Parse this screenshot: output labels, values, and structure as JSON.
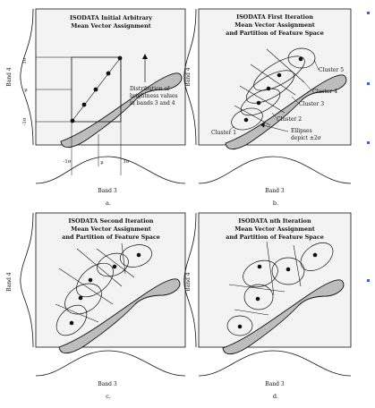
{
  "panels": {
    "a": {
      "title1": "ISODATA Initial Arbitrary",
      "title2": "Mean Vector Assignment",
      "dist1": "Distribution of",
      "dist2": "brightness values",
      "dist3": "in bands 3 and 4",
      "sig_pos": "1σ",
      "mu": "μ",
      "sig_neg": "-1σ",
      "x_neg": "-1σ",
      "x_mu": "μ",
      "x_pos": "1σ",
      "ylabel": "Band 4",
      "xlabel": "Band 3",
      "caption": "a."
    },
    "b": {
      "title1": "ISODATA First Iteration",
      "title2": "Mean Vector Assignment",
      "title3": "and Partition of Feature Space",
      "cluster5": "Cluster 5",
      "cluster4": "Cluster 4",
      "cluster3": "Cluster 3",
      "cluster2": "Cluster 2",
      "cluster1": "Cluster 1",
      "ell1": "Ellipses",
      "ell2": "depict ±2σ",
      "ylabel": "Band 4",
      "xlabel": "Band 3",
      "caption": "b."
    },
    "c": {
      "title1": "ISODATA Second Iteration",
      "title2": "Mean Vector Assignment",
      "title3": "and Partition of Feature Space",
      "ylabel": "Band 4",
      "xlabel": "Band 3",
      "caption": "c."
    },
    "d": {
      "title1": "ISODATA nth Iteration",
      "title2": "Mean Vector Assignment",
      "title3": "and Partition of Feature Space",
      "ylabel": "Band 4",
      "xlabel": "Band 3",
      "caption": "d."
    }
  },
  "colors": {
    "panel_bg": "#f3f3f3",
    "shape_fill": "#bdbdbd",
    "ink": "#111111",
    "bullet": "#3f63b5"
  }
}
